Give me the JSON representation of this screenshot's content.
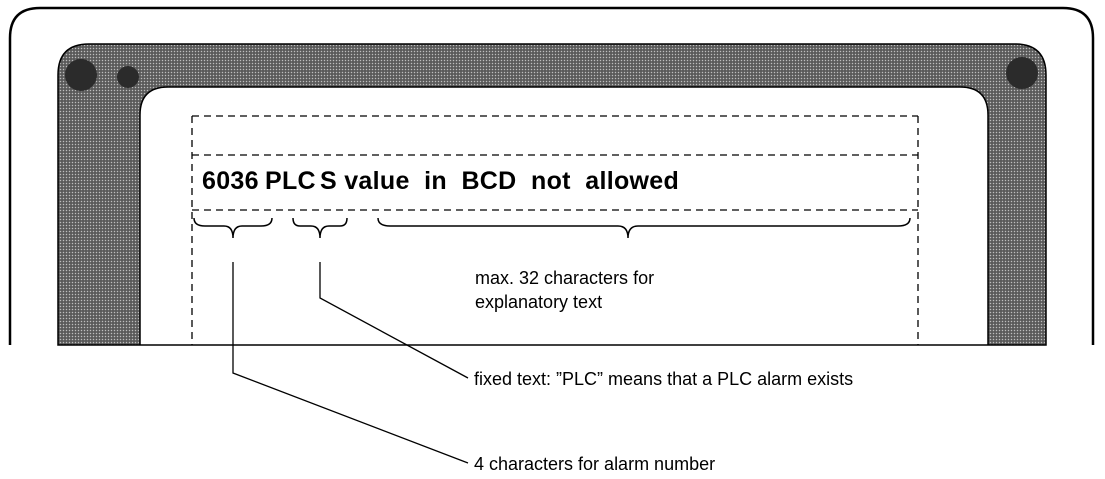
{
  "colors": {
    "bezel": "#555555",
    "frame": "#000000",
    "screen": "#ffffff",
    "annotation": "#000000"
  },
  "display": {
    "alarm_number": "6036",
    "fixed_text": "PLC",
    "explanatory_text": "S value  in  BCD  not  allowed"
  },
  "annotations": {
    "explanatory_length": "max. 32 characters for\nexplanatory text",
    "fixed_text_meaning": "fixed text: ”PLC” means that a PLC alarm exists",
    "alarm_number_length": "4 characters for alarm number"
  }
}
